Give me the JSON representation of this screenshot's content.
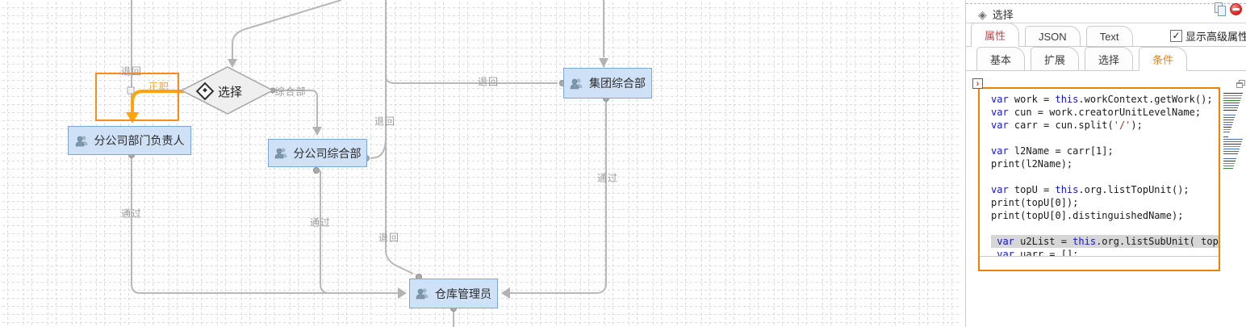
{
  "canvas": {
    "nodes": {
      "decision": {
        "label": "选择"
      },
      "branch_dept_head": {
        "label": "分公司部门负责人"
      },
      "branch_general": {
        "label": "分公司综合部"
      },
      "group_general": {
        "label": "集团综合部"
      },
      "warehouse_manager": {
        "label": "仓库管理员"
      }
    },
    "edge_labels": [
      {
        "text": "退回"
      },
      {
        "text": "正职"
      },
      {
        "text": "综合部"
      },
      {
        "text": "退回"
      },
      {
        "text": "退回"
      },
      {
        "text": "退回"
      },
      {
        "text": "通过"
      },
      {
        "text": "通过"
      },
      {
        "text": "通过"
      }
    ]
  },
  "panel": {
    "header": {
      "title": "选择"
    },
    "tabs": [
      {
        "label": "属性",
        "active": true
      },
      {
        "label": "JSON",
        "active": false
      },
      {
        "label": "Text",
        "active": false
      }
    ],
    "advanced_checkbox": {
      "label": "显示高级属性",
      "checked": true,
      "checkmark": "✓"
    },
    "subtabs": [
      {
        "label": "基本",
        "active": false
      },
      {
        "label": "扩展",
        "active": false
      },
      {
        "label": "选择",
        "active": false
      },
      {
        "label": "条件",
        "active": true
      }
    ],
    "editor": {
      "code_lines": [
        "var work = this.workContext.getWork();",
        "var cun = work.creatorUnitLevelName;",
        "var carr = cun.split('/');",
        "",
        "var l2Name = carr[1];",
        "print(l2Name);",
        "",
        "var topU = this.org.listTopUnit();",
        "print(topU[0]);",
        "print(topU[0].distinguishedName);",
        "",
        " var u2List = this.org.listSubUnit( top",
        " var uarr = [];"
      ],
      "selected_line_index": 12,
      "border_color": "#f08200"
    },
    "colors": {
      "active_tab_text": "#b54848",
      "active_subtab_text": "#ee7f12"
    }
  }
}
